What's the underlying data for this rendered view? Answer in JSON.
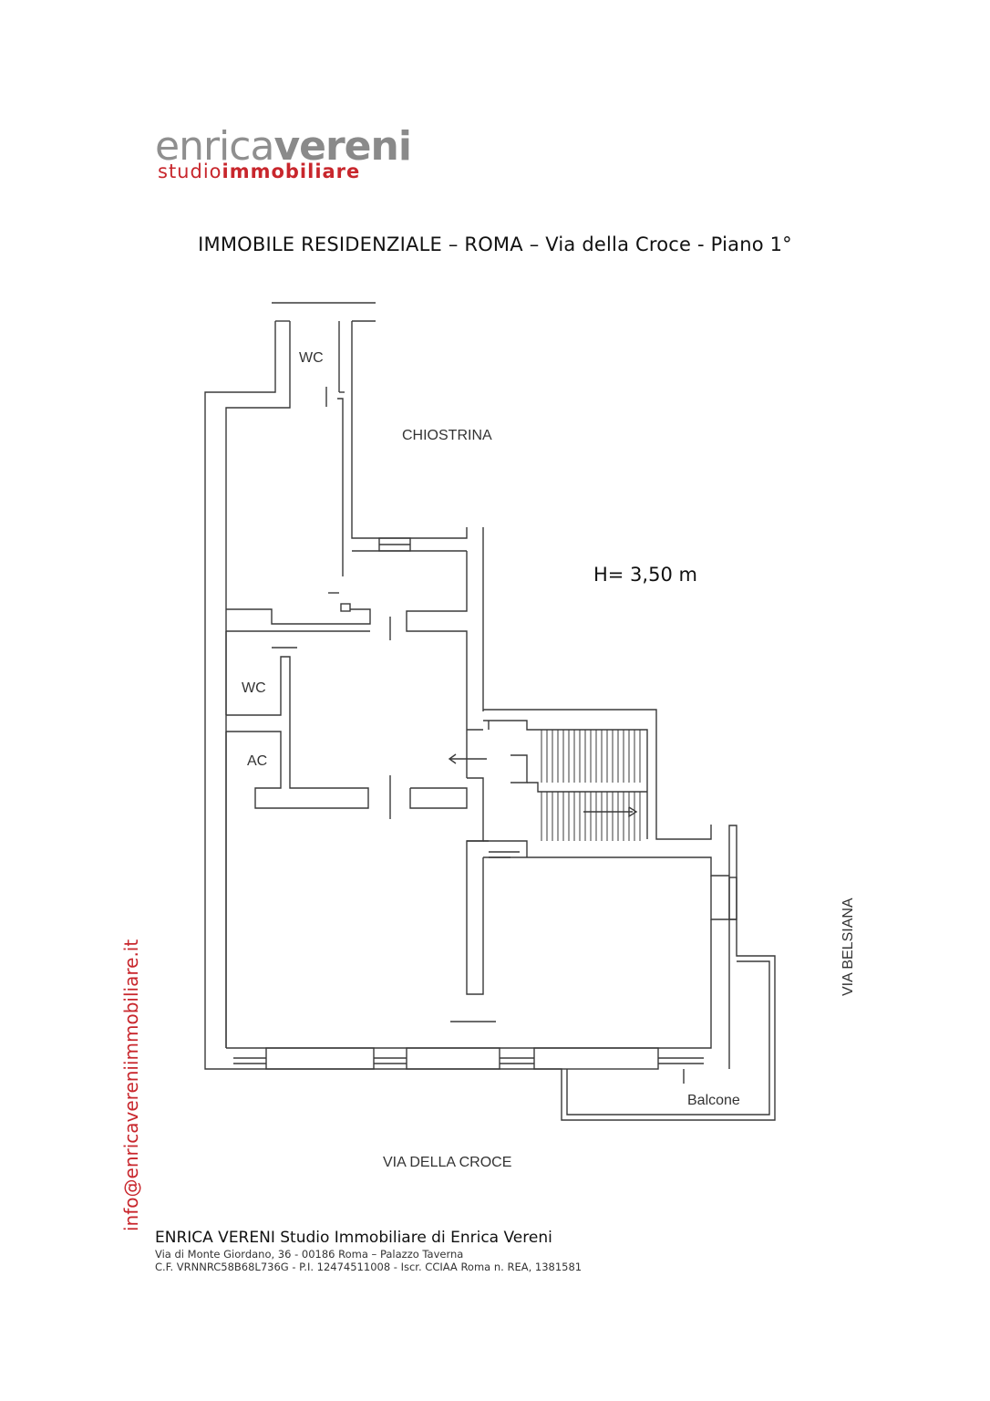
{
  "logo": {
    "line1_light": "enrica",
    "line1_bold": "vereni",
    "line2_light": "studio",
    "line2_bold": "immobiliare",
    "colors": {
      "grey": "#8a8a8a",
      "red": "#c8262c"
    }
  },
  "title": "IMMOBILE RESIDENZIALE – ROMA – Via della Croce - Piano 1°",
  "plan": {
    "labels": {
      "wc_top": "WC",
      "chiostrina": "CHIOSTRINA",
      "height": "H= 3,50 m",
      "wc_mid": "WC",
      "ac": "AC",
      "via_belsiana": "VIA BELSIANA",
      "balcone": "Balcone",
      "via_croce": "VIA DELLA CROCE"
    }
  },
  "contact": {
    "email": "info@enricavereniimmobiliare.it"
  },
  "footer": {
    "name": "ENRICA VERENI Studio Immobiliare di Enrica Vereni",
    "address": "Via di Monte Giordano, 36 - 00186 Roma – Palazzo Taverna",
    "tax": "C.F. VRNNRC58B68L736G - P.I. 12474511008 - Iscr. CCIAA Roma n. REA, 1381581"
  }
}
